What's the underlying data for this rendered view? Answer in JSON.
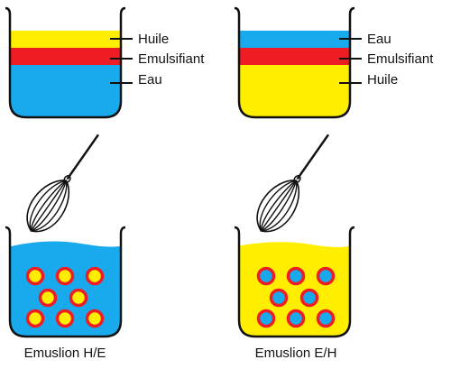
{
  "colors": {
    "oil": "#ffee00",
    "water": "#19aaee",
    "emulsifier": "#ee1c24",
    "outline": "#111111"
  },
  "beaker_left_top": {
    "layers": [
      "oil",
      "emulsifier",
      "water"
    ],
    "labels": [
      "Huile",
      "Emulsifiant",
      "Eau"
    ]
  },
  "beaker_right_top": {
    "layers": [
      "water",
      "emulsifier",
      "oil"
    ],
    "labels": [
      "Eau",
      "Emulsifiant",
      "Huile"
    ]
  },
  "whisk_icon": "whisk-icon",
  "beaker_left_bottom": {
    "continuous_phase": "water",
    "droplet_phase": "oil",
    "droplet_count": 8,
    "caption": "Emuslion H/E"
  },
  "beaker_right_bottom": {
    "continuous_phase": "oil",
    "droplet_phase": "water",
    "droplet_count": 8,
    "caption": "Emuslion E/H"
  }
}
